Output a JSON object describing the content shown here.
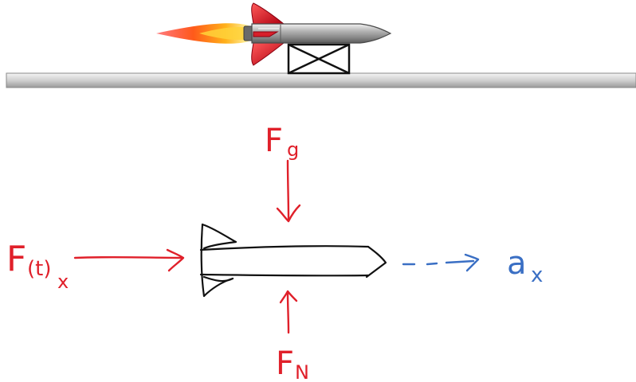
{
  "labels": {
    "gravity_force": {
      "main": "F",
      "sub": "g"
    },
    "normal_force": {
      "main": "F",
      "sub": "N"
    },
    "thrust_force": {
      "main": "F",
      "paren": "(t)",
      "sub": "x"
    },
    "acceleration": {
      "main": "a",
      "sub": "x"
    }
  },
  "colors": {
    "force": "#e0202a",
    "acceleration": "#3a6fc4",
    "outline": "#111111",
    "ground": "#c8c8c8"
  }
}
